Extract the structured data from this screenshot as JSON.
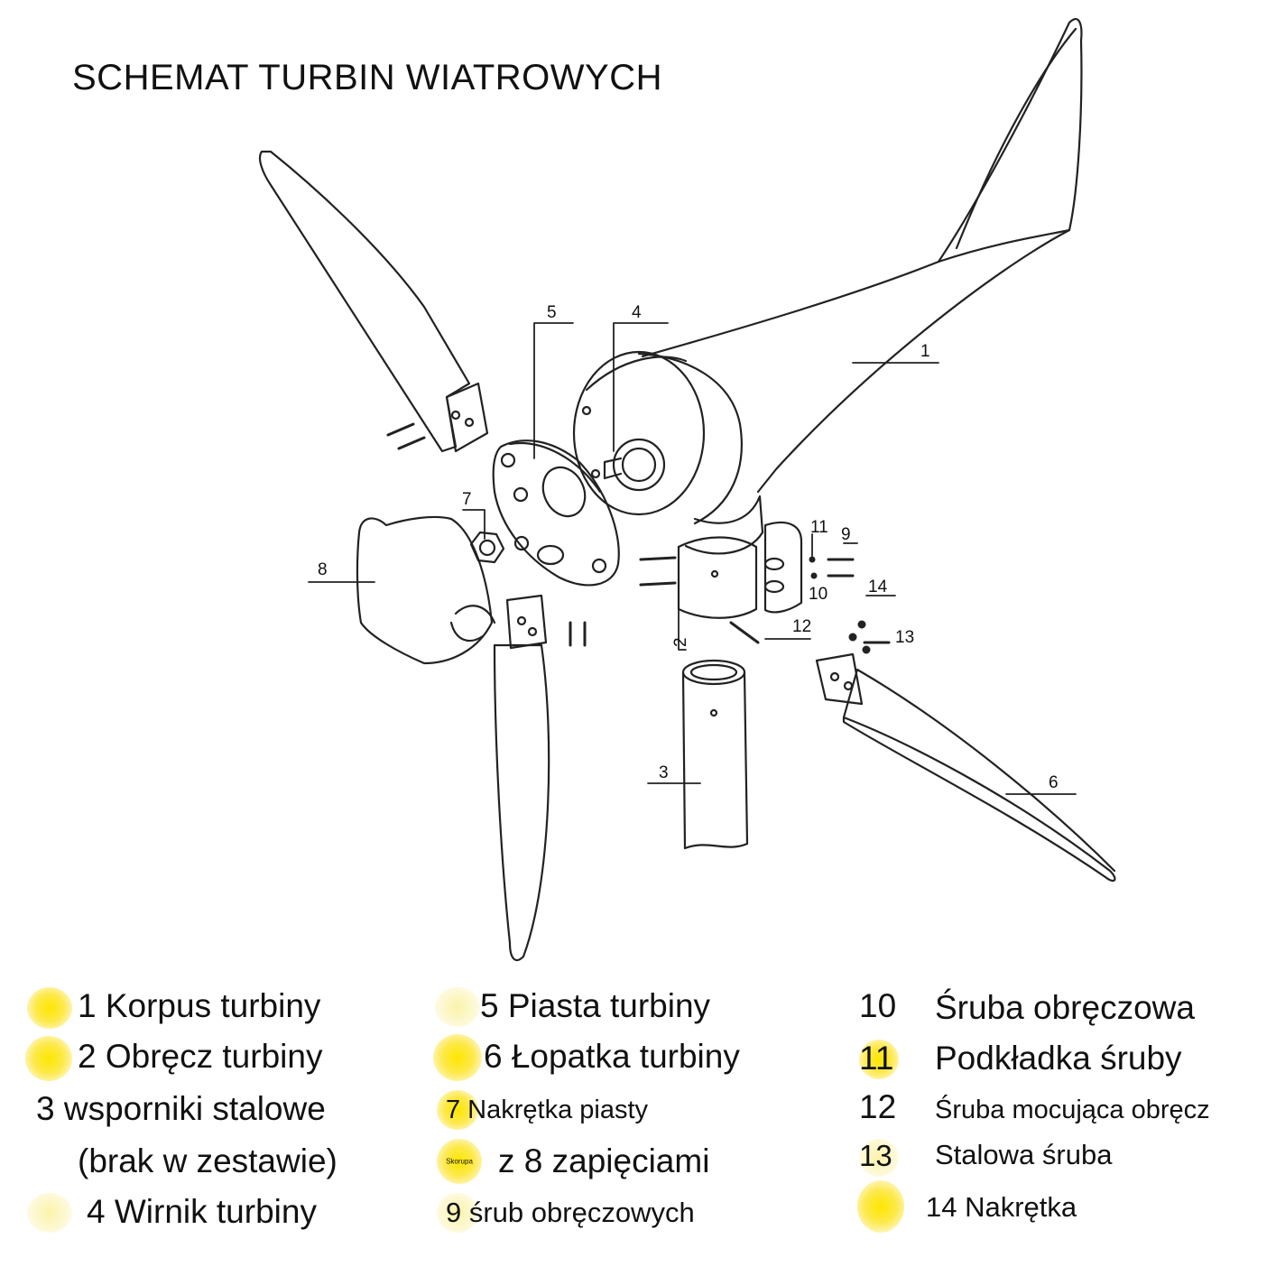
{
  "title": "SCHEMAT TURBIN WIATROWYCH",
  "callouts": [
    "1",
    "2",
    "3",
    "4",
    "5",
    "6",
    "7",
    "8",
    "9",
    "10",
    "11",
    "12",
    "13",
    "14"
  ],
  "legend": {
    "col1": [
      "1 Korpus turbiny",
      "2 Obręcz turbiny",
      "3 wsporniki stalowe",
      "(brak w zestawie)",
      "4 Wirnik turbiny"
    ],
    "col2": [
      "5 Piasta turbiny",
      "6 Łopatka turbiny",
      "7 Nakrętka piasty",
      "z 8 zapięciami",
      "9 śrub obręczowych"
    ],
    "col2_badge": "Skorupa",
    "col3_numbers": [
      "10",
      "11",
      "12",
      "13"
    ],
    "col3_text": [
      "Śruba obręczowa",
      "Podkładka śruby",
      "Śruba mocująca obręcz",
      "Stalowa śruba",
      "14 Nakrętka"
    ]
  },
  "colors": {
    "accent_dot": "#fde600",
    "line": "#222222"
  }
}
